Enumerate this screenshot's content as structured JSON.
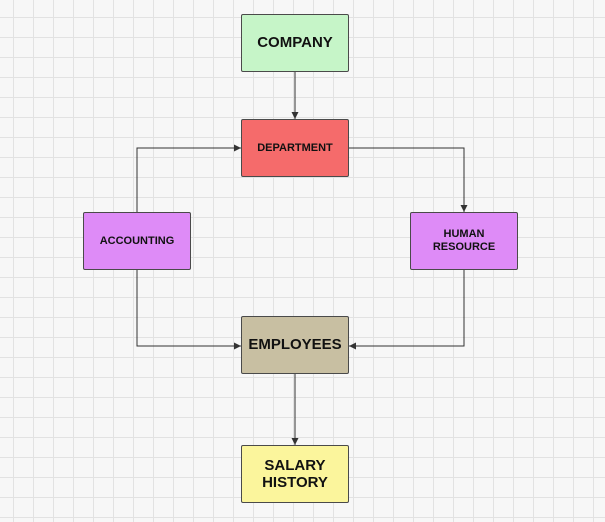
{
  "diagram": {
    "nodes": [
      {
        "id": "company",
        "label": "COMPANY",
        "fill": "#c6f5c8"
      },
      {
        "id": "department",
        "label": "DEPARTMENT",
        "fill": "#f56b6b"
      },
      {
        "id": "accounting",
        "label": "ACCOUNTING",
        "fill": "#de8bf7"
      },
      {
        "id": "human_resource",
        "label": "HUMAN\nRESOURCE",
        "fill": "#de8bf7"
      },
      {
        "id": "employees",
        "label": "EMPLOYEES",
        "fill": "#c8bfa2"
      },
      {
        "id": "salary_history",
        "label": "SALARY\nHISTORY",
        "fill": "#fbf59c"
      }
    ],
    "edges": [
      {
        "from": "company",
        "to": "department"
      },
      {
        "from": "accounting",
        "to": "department"
      },
      {
        "from": "department",
        "to": "human_resource"
      },
      {
        "from": "accounting",
        "to": "employees"
      },
      {
        "from": "human_resource",
        "to": "employees"
      },
      {
        "from": "employees",
        "to": "salary_history"
      }
    ],
    "line_color": "#333333"
  }
}
